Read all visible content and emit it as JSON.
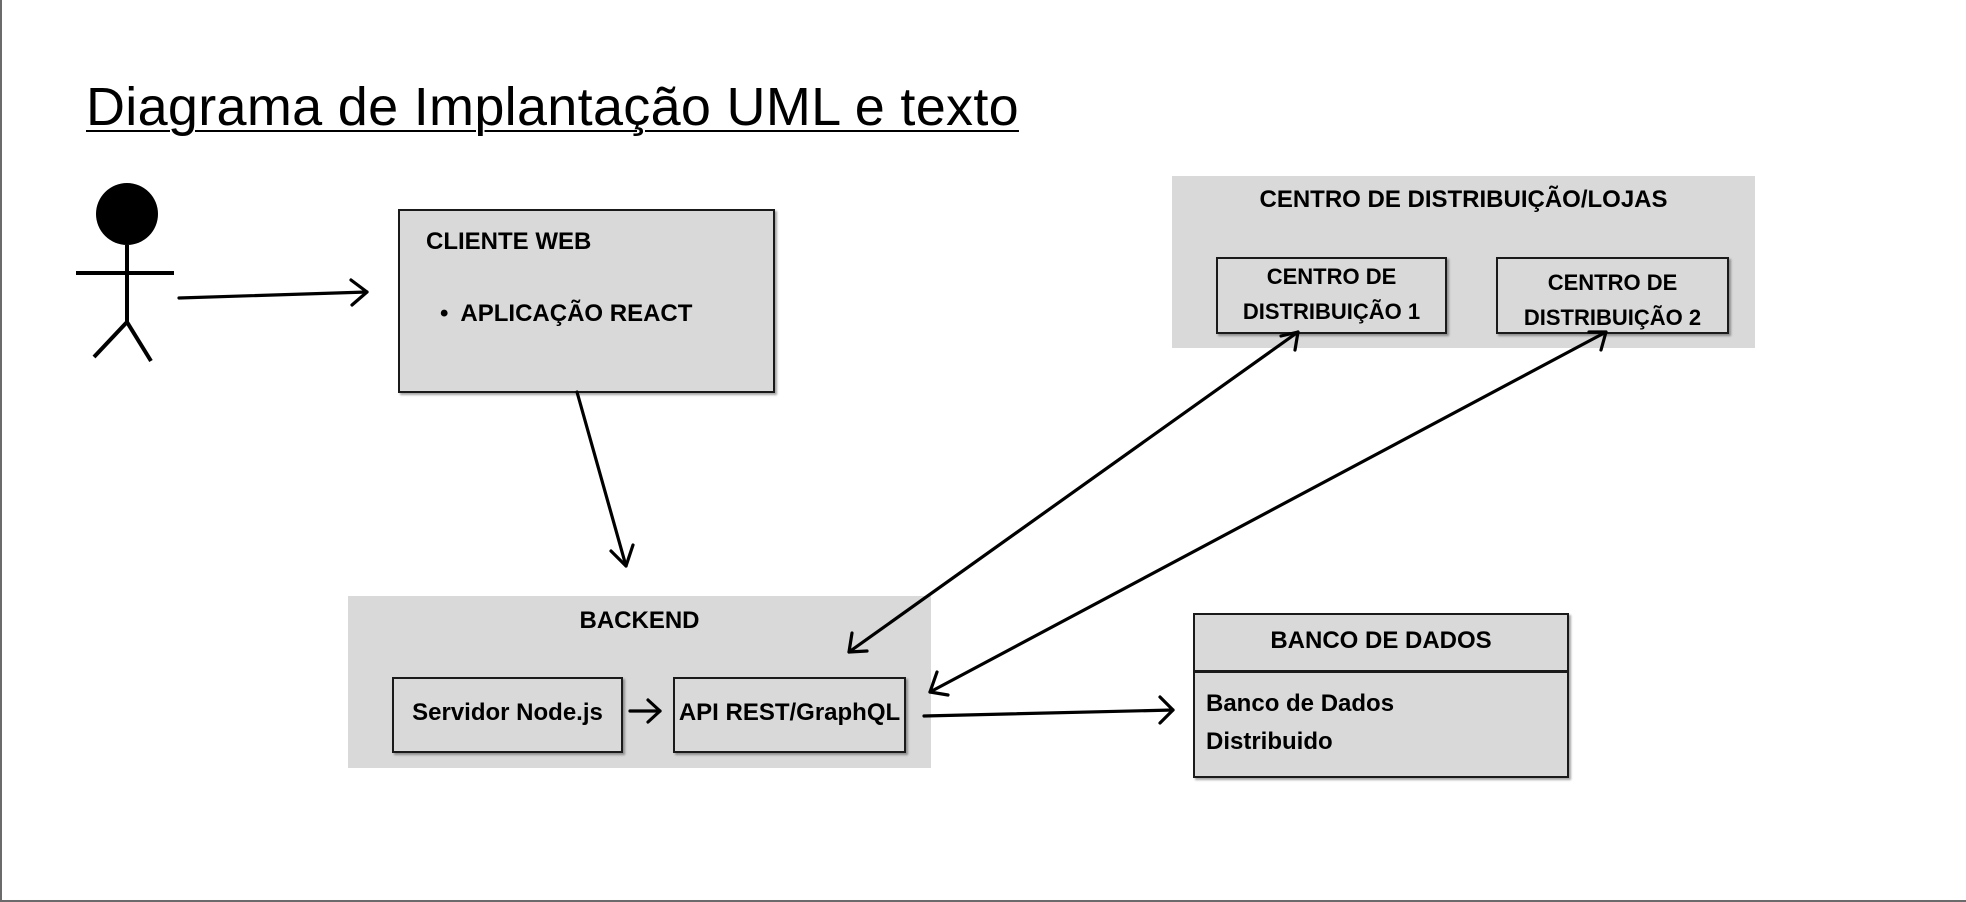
{
  "title": "Diagrama de Implantação UML e texto",
  "cliente_web": {
    "title": "CLIENTE WEB",
    "bullet": "•",
    "items": [
      "APLICAÇÃO REACT"
    ]
  },
  "backend": {
    "title": "BACKEND",
    "servidor": "Servidor Node.js",
    "api": "API REST/GraphQL"
  },
  "centro": {
    "title": "CENTRO DE DISTRIBUIÇÃO/LOJAS",
    "cd1": {
      "line1": "CENTRO DE",
      "line2": "DISTRIBUIÇÃO 1"
    },
    "cd2": {
      "line1": "CENTRO DE",
      "line2": "DISTRIBUIÇÃO 2"
    }
  },
  "banco": {
    "title": "BANCO DE DADOS",
    "line1": "Banco de Dados",
    "line2": "Distribuido"
  },
  "colors": {
    "node_fill": "#d9d9d9",
    "stroke": "#000000"
  }
}
